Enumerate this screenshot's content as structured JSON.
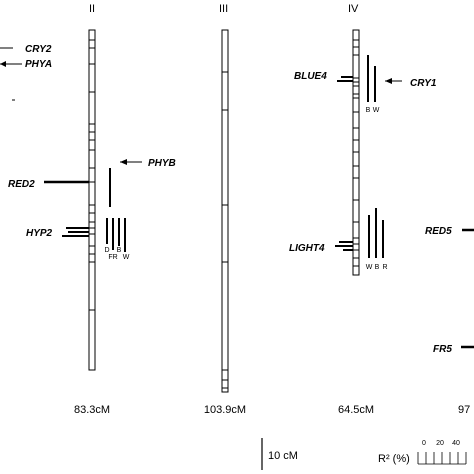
{
  "chromosomes": [
    {
      "id": "II",
      "label": "II",
      "length": "83.3cM"
    },
    {
      "id": "III",
      "label": "III",
      "length": "103.9cM"
    },
    {
      "id": "IV",
      "label": "IV",
      "length": "64.5cM"
    },
    {
      "id": "V",
      "label": "",
      "length": "97"
    }
  ],
  "qtl_labels": {
    "red2": "RED2",
    "hyp2": "HYP2",
    "blue4": "BLUE4",
    "light4": "LIGHT4",
    "red5": "RED5",
    "fr5": "FR5"
  },
  "gene_labels": {
    "cry2": "CRY2",
    "phya": "PHYA",
    "phyb": "PHYB",
    "cry1": "CRY1"
  },
  "bar_letters": {
    "hyp2": [
      "D",
      "FR",
      "B",
      "W"
    ],
    "blue4": [
      "B",
      "W"
    ],
    "light4": [
      "W",
      "B",
      "R"
    ]
  },
  "scale_bar": {
    "label": "10 cM"
  },
  "r2_legend": {
    "label": "R² (%)",
    "ticks": [
      "0",
      "20",
      "40"
    ]
  },
  "colors": {
    "ink": "#000000",
    "background": "#ffffff"
  }
}
